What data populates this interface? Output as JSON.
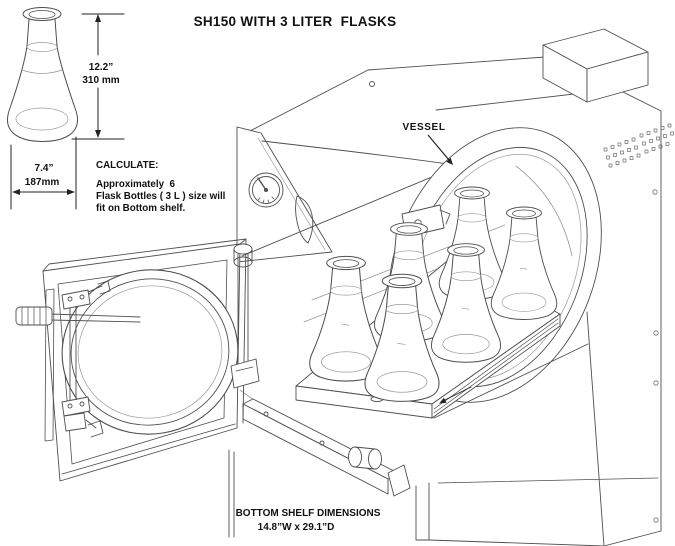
{
  "title": "SH150 WITH 3 LITER  FLASKS",
  "flask_detail": {
    "height_inches": "12.2”",
    "height_mm": "310 mm",
    "width_inches": "7.4”",
    "width_mm": "187mm"
  },
  "calculate_note": {
    "heading": "CALCULATE:",
    "line2": "Approximately  6",
    "line3": "Flask Bottles ( 3 L ) size will",
    "line4": "fit on Bottom shelf."
  },
  "callouts": {
    "vessel": "VESSEL"
  },
  "bottom_caption": {
    "line1": "BOTTOM SHELF DIMENSIONS",
    "line2": "14.8”W x 29.1”D"
  },
  "colors": {
    "line": "#4f4f4f",
    "line_light": "#8f8f8f",
    "text": "#111111",
    "background": "#ffffff"
  }
}
